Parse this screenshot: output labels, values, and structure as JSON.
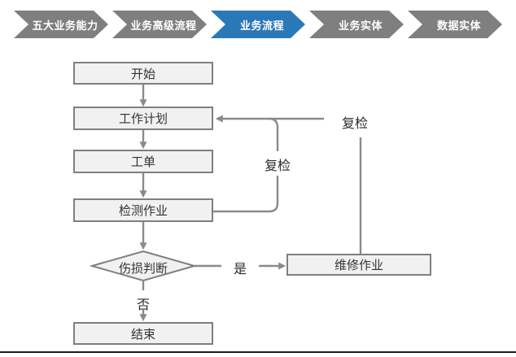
{
  "breadcrumb": {
    "items": [
      {
        "label": "五大业务能力",
        "active": false
      },
      {
        "label": "业务高级流程",
        "active": false
      },
      {
        "label": "业务流程",
        "active": true
      },
      {
        "label": "业务实体",
        "active": false
      },
      {
        "label": "数据实体",
        "active": false
      }
    ]
  },
  "flowchart": {
    "nodes": [
      {
        "id": "start",
        "label": "开始",
        "type": "process"
      },
      {
        "id": "plan",
        "label": "工作计划",
        "type": "process"
      },
      {
        "id": "order",
        "label": "工单",
        "type": "process"
      },
      {
        "id": "inspect",
        "label": "检测作业",
        "type": "process"
      },
      {
        "id": "judge",
        "label": "伤损判断",
        "type": "decision"
      },
      {
        "id": "repair",
        "label": "维修作业",
        "type": "process"
      },
      {
        "id": "end",
        "label": "结束",
        "type": "process"
      }
    ],
    "edge_labels": {
      "yes": "是",
      "no": "否",
      "recheck_inner": "复检",
      "recheck_outer": "复检"
    }
  },
  "colors": {
    "chevron_gray": "#7f7f7f",
    "chevron_active_blue": "#2b78b7",
    "chevron_text": "#ffffff",
    "node_fill": "#f1f1f1",
    "node_border": "#7f7f7f",
    "connector_gray": "#8a8a8a",
    "text": "#333333",
    "bottom_rule": "#1a1a1a"
  }
}
